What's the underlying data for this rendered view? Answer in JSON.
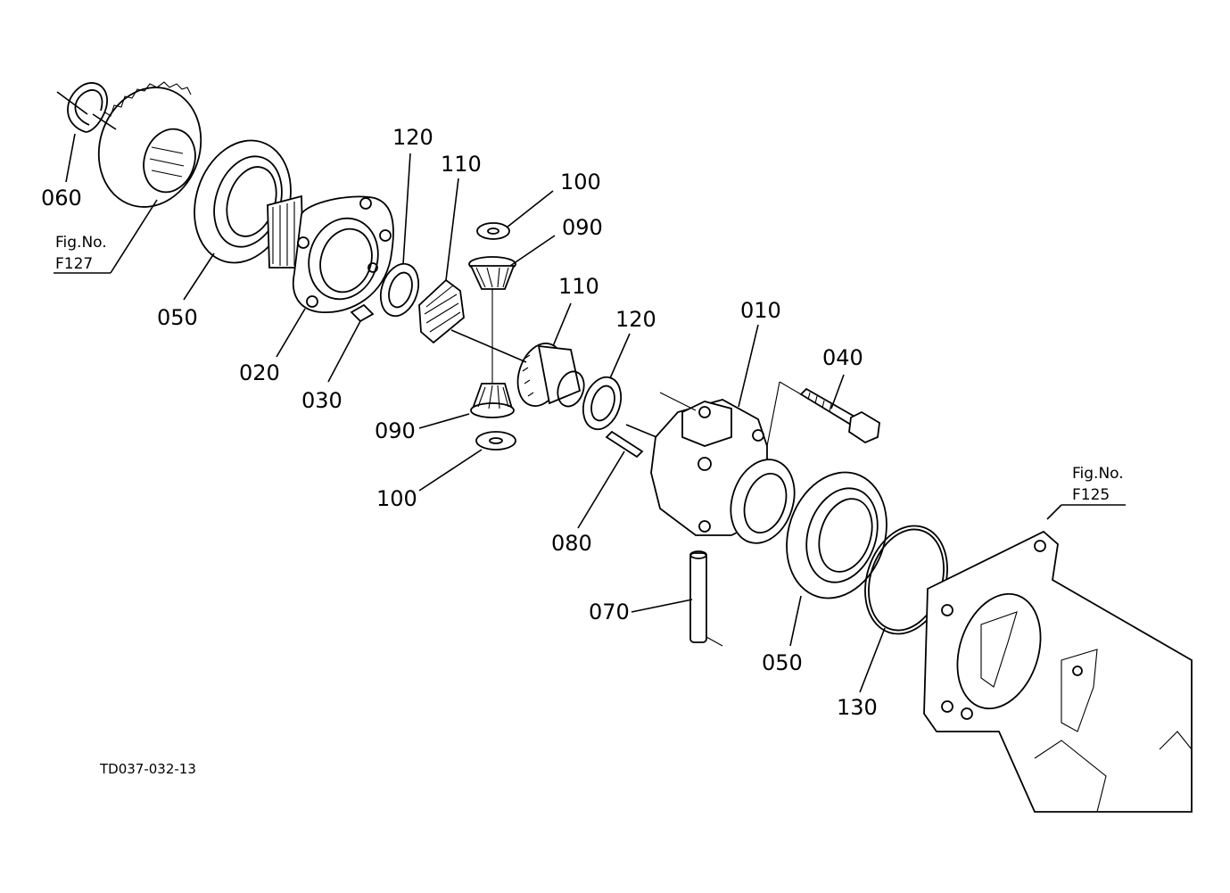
{
  "diagram": {
    "drawing_code": "TD037-032-13",
    "fig_refs": [
      {
        "line1": "Fig.No.",
        "line2": "F127"
      },
      {
        "line1": "Fig.No.",
        "line2": "F125"
      }
    ],
    "part_labels": [
      "060",
      "050",
      "020",
      "030",
      "120",
      "110",
      "100",
      "090",
      "110",
      "120",
      "090",
      "100",
      "080",
      "010",
      "040",
      "070",
      "050",
      "130"
    ]
  }
}
